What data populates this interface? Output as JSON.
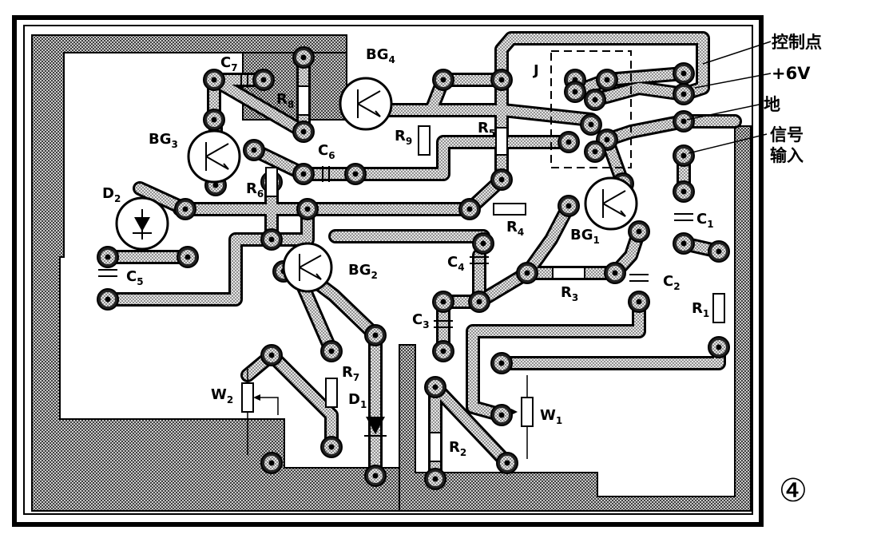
{
  "figure_number": "④",
  "annotations": {
    "control_point": "控制点",
    "plus_6v": "+6V",
    "ground": "地",
    "signal_input": "信号输入"
  },
  "components": {
    "BG1": {
      "main": "BG",
      "sub": "1"
    },
    "BG2": {
      "main": "BG",
      "sub": "2"
    },
    "BG3": {
      "main": "BG",
      "sub": "3"
    },
    "BG4": {
      "main": "BG",
      "sub": "4"
    },
    "C1": {
      "main": "C",
      "sub": "1"
    },
    "C2": {
      "main": "C",
      "sub": "2"
    },
    "C3": {
      "main": "C",
      "sub": "3"
    },
    "C4": {
      "main": "C",
      "sub": "4"
    },
    "C5": {
      "main": "C",
      "sub": "5"
    },
    "C6": {
      "main": "C",
      "sub": "6"
    },
    "C7": {
      "main": "C",
      "sub": "7"
    },
    "R1": {
      "main": "R",
      "sub": "1"
    },
    "R2": {
      "main": "R",
      "sub": "2"
    },
    "R3": {
      "main": "R",
      "sub": "3"
    },
    "R4": {
      "main": "R",
      "sub": "4"
    },
    "R5": {
      "main": "R",
      "sub": "5"
    },
    "R6": {
      "main": "R",
      "sub": "6"
    },
    "R7": {
      "main": "R",
      "sub": "7"
    },
    "R8": {
      "main": "R",
      "sub": "8"
    },
    "R9": {
      "main": "R",
      "sub": "9"
    },
    "D1": {
      "main": "D",
      "sub": "1"
    },
    "D2": {
      "main": "D",
      "sub": "2"
    },
    "W1": {
      "main": "W",
      "sub": "1"
    },
    "W2": {
      "main": "W",
      "sub": "2"
    },
    "J": {
      "main": "J",
      "sub": ""
    }
  }
}
